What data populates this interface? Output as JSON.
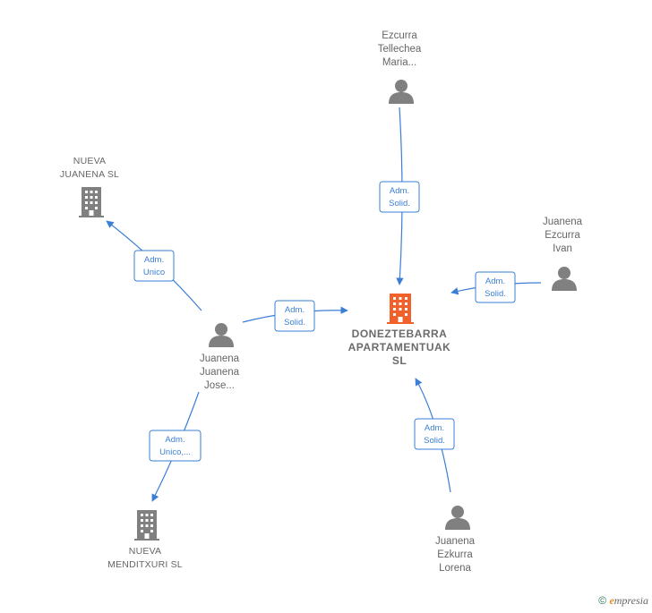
{
  "nodes": {
    "main": {
      "lines": [
        "DONEZTEBARRA",
        "APARTAMENTUAK",
        "SL"
      ],
      "icon": "building-icon",
      "color": "#f0612b"
    },
    "nueva_juanena": {
      "lines": [
        "NUEVA",
        "JUANENA SL"
      ],
      "icon": "building-icon"
    },
    "nueva_menditxuri": {
      "lines": [
        "NUEVA",
        "MENDITXURI SL"
      ],
      "icon": "building-icon"
    },
    "ezcurra_tellechea": {
      "lines": [
        "Ezcurra",
        "Tellechea",
        "Maria..."
      ],
      "icon": "person-icon"
    },
    "juanena_ezcurra": {
      "lines": [
        "Juanena",
        "Ezcurra",
        "Ivan"
      ],
      "icon": "person-icon"
    },
    "juanena_jose": {
      "lines": [
        "Juanena",
        "Juanena",
        "Jose..."
      ],
      "icon": "person-icon"
    },
    "juanena_lorena": {
      "lines": [
        "Juanena",
        "Ezkurra",
        "Lorena"
      ],
      "icon": "person-icon"
    }
  },
  "relations": [
    {
      "id": "rel-ezcurra-main",
      "lines": [
        "Adm.",
        "Solid."
      ]
    },
    {
      "id": "rel-ivan-main",
      "lines": [
        "Adm.",
        "Solid."
      ]
    },
    {
      "id": "rel-jose-main",
      "lines": [
        "Adm.",
        "Solid."
      ]
    },
    {
      "id": "rel-jose-nueva-juanena",
      "lines": [
        "Adm.",
        "Unico"
      ]
    },
    {
      "id": "rel-jose-menditxuri",
      "lines": [
        "Adm.",
        "Unico,..."
      ]
    },
    {
      "id": "rel-lorena-main",
      "lines": [
        "Adm.",
        "Solid."
      ]
    }
  ],
  "footer": {
    "copyright": "©",
    "brand_initial": "e",
    "brand_rest": "mpresia"
  },
  "colors": {
    "edge": "#3a7fd5",
    "node_gray": "#808080",
    "main_building": "#f0612b"
  }
}
